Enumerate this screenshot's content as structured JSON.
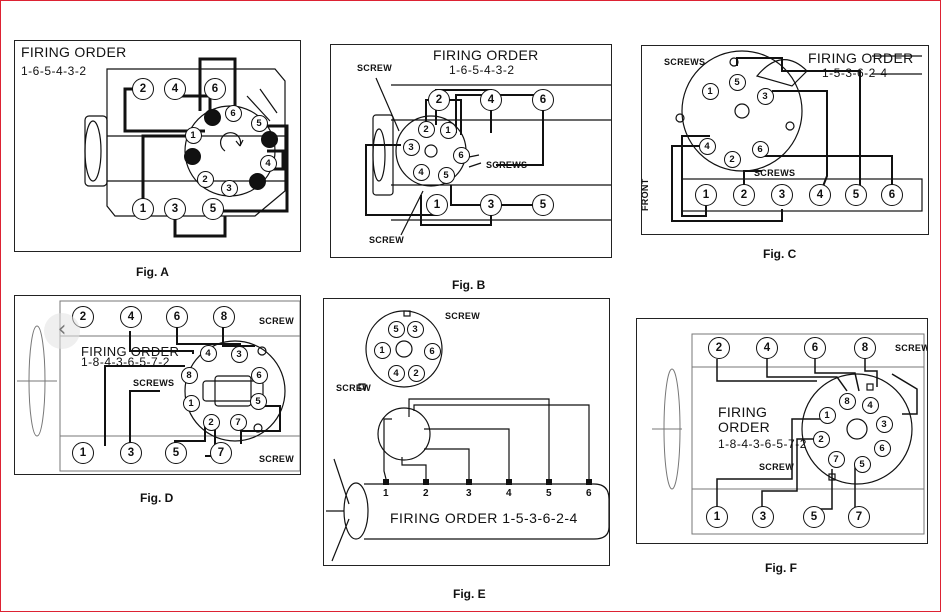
{
  "figures": {
    "a": {
      "caption": "Fig. A",
      "title": "FIRING ORDER",
      "order": "1-6-5-4-3-2",
      "block_cylinders": [
        "2",
        "4",
        "6",
        "1",
        "3",
        "5"
      ],
      "cap_terminals": [
        "6",
        "5",
        "4",
        "3",
        "2",
        "1"
      ]
    },
    "b": {
      "caption": "Fig. B",
      "title": "FIRING ORDER",
      "order": "1-6-5-4-3-2",
      "labels": {
        "screw_top": "SCREW",
        "screws": "SCREWS",
        "screw_bottom": "SCREW"
      },
      "block_cylinders": [
        "2",
        "4",
        "6",
        "1",
        "3",
        "5"
      ],
      "cap_terminals": [
        "2",
        "1",
        "6",
        "5",
        "4",
        "3"
      ]
    },
    "c": {
      "caption": "Fig. C",
      "title": "FIRING ORDER",
      "order": "1-5-3-6-2-4",
      "labels": {
        "screws_top": "SCREWS",
        "screws_bottom": "SCREWS",
        "front": "FRONT"
      },
      "block_cylinders": [
        "1",
        "2",
        "3",
        "4",
        "5",
        "6"
      ],
      "cap_terminals": [
        "5",
        "3",
        "1",
        "4",
        "6",
        "2"
      ]
    },
    "d": {
      "caption": "Fig. D",
      "title": "FIRING ORDER",
      "order": "1-8-4-3-6-5-7-2",
      "labels": {
        "screw_top": "SCREW",
        "screws": "SCREWS",
        "screw_bottom": "SCREW"
      },
      "block_cylinders": [
        "2",
        "4",
        "6",
        "8",
        "1",
        "3",
        "5",
        "7"
      ],
      "cap_terminals": [
        "4",
        "3",
        "8",
        "6",
        "1",
        "5",
        "2",
        "7"
      ]
    },
    "e": {
      "caption": "Fig. E",
      "order": "FIRING ORDER 1-5-3-6-2-4",
      "labels": {
        "screw_top": "SCREW",
        "screw_left": "SCREW"
      },
      "cap_terminals": [
        "5",
        "3",
        "1",
        "6",
        "4",
        "2"
      ],
      "block_cylinders": [
        "1",
        "2",
        "3",
        "4",
        "5",
        "6"
      ]
    },
    "f": {
      "caption": "Fig. F",
      "title_line1": "FIRING",
      "title_line2": "ORDER",
      "order": "1-8-4-3-6-5-7-2",
      "labels": {
        "screw_top": "SCREW",
        "screw_bottom": "SCREW"
      },
      "block_cylinders": [
        "2",
        "4",
        "6",
        "8",
        "1",
        "3",
        "5",
        "7"
      ],
      "cap_terminals": [
        "8",
        "4",
        "1",
        "3",
        "2",
        "6",
        "7",
        "5"
      ]
    }
  }
}
